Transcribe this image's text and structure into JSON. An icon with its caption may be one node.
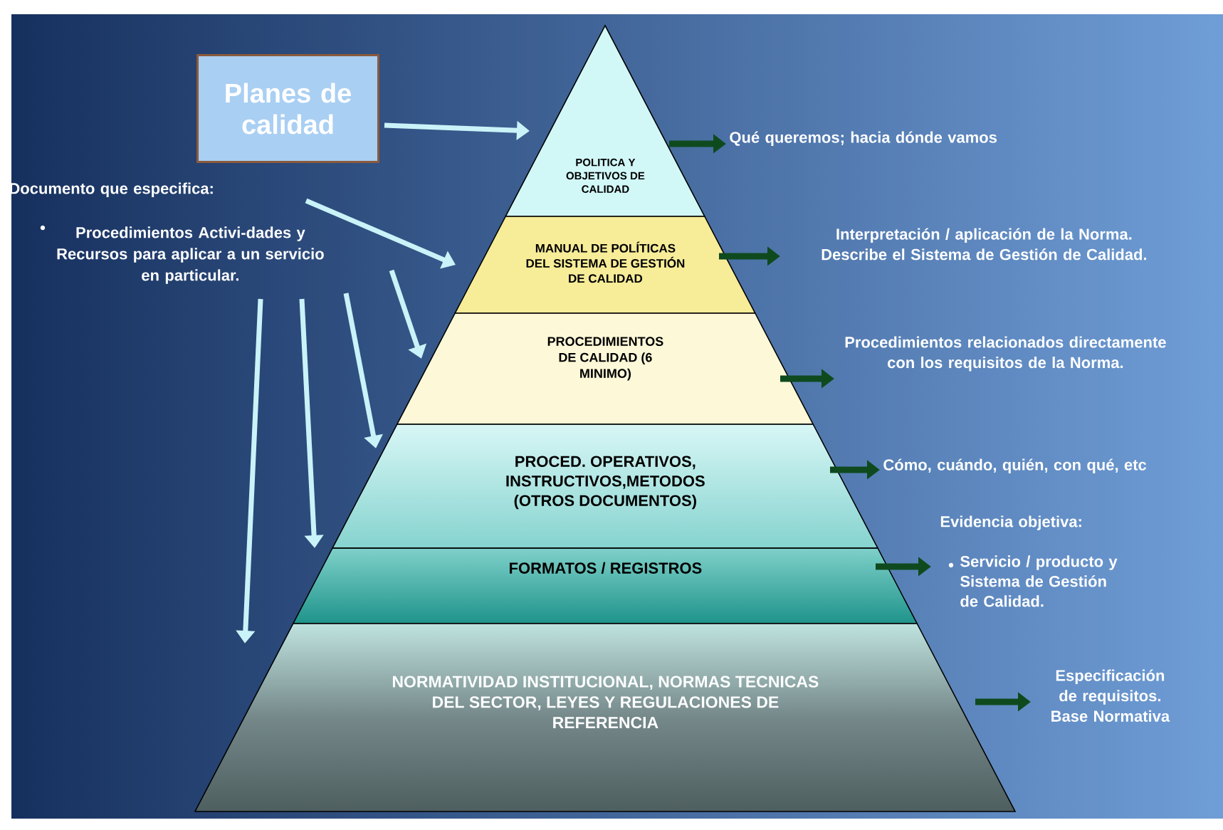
{
  "diagram": {
    "nodes": [
      {
        "text": [
          "Planes de calidad"
        ]
      },
      {
        "text": [
          "Documento que especifica:",
          "Procedimientos Activi-dades y Recursos para aplicar a un servicio en particular."
        ]
      },
      {
        "text": [
          "POLITICA Y OBJETIVOS DE CALIDAD"
        ]
      },
      {
        "text": [
          "MANUAL DE POLÍTICAS DEL SISTEMA DE GESTIÓN DE CALIDAD"
        ]
      },
      {
        "text": [
          "PROCEDIMIENTOS DE CALIDAD (6 MINIMO)"
        ]
      },
      {
        "text": [
          "PROCED. OPERATIVOS, INSTRUCTIVOS,METODOS (OTROS DOCUMENTOS)"
        ]
      },
      {
        "text": [
          "FORMATOS / REGISTROS"
        ]
      },
      {
        "text": [
          "NORMATIVIDAD INSTITUCIONAL, NORMAS TECNICAS DEL SECTOR, LEYES Y REGULACIONES DE REFERENCIA"
        ]
      },
      {
        "text": [
          "Qué queremos; hacia dónde vamos"
        ]
      },
      {
        "text": [
          "Interpretación / aplicación de la Norma. Describe el Sistema de Gestión de Calidad."
        ]
      },
      {
        "text": [
          "Procedimientos relacionados directamente con los requisitos de la Norma."
        ]
      },
      {
        "text": [
          "Cómo, cuándo, quién, con qué, etc"
        ]
      },
      {
        "text": [
          "Evidencia objetiva:",
          "Servicio / producto y Sistema de Gestión de Calidad."
        ]
      },
      {
        "text": [
          "Especificación de requisitos. Base Normativa"
        ]
      }
    ],
    "edges": [
      {
        "from": 0,
        "to": 2,
        "arrow": "to"
      },
      {
        "from": 1,
        "to": 3,
        "arrow": "to"
      },
      {
        "from": 1,
        "to": 4,
        "arrow": "to"
      },
      {
        "from": 1,
        "to": 5,
        "arrow": "to"
      },
      {
        "from": 1,
        "to": 6,
        "arrow": "to"
      },
      {
        "from": 1,
        "to": 7,
        "arrow": "to"
      },
      {
        "from": 2,
        "to": 8,
        "arrow": "to",
        "color": "#0f4a1e"
      },
      {
        "from": 3,
        "to": 9,
        "arrow": "to",
        "color": "#0f4a1e"
      },
      {
        "from": 4,
        "to": 10,
        "arrow": "to",
        "color": "#0f4a1e"
      },
      {
        "from": 5,
        "to": 11,
        "arrow": "to",
        "color": "#0f4a1e"
      },
      {
        "from": 6,
        "to": 12,
        "arrow": "to",
        "color": "#0f4a1e"
      },
      {
        "from": 7,
        "to": 13,
        "arrow": "to",
        "color": "#0f4a1e"
      }
    ]
  }
}
